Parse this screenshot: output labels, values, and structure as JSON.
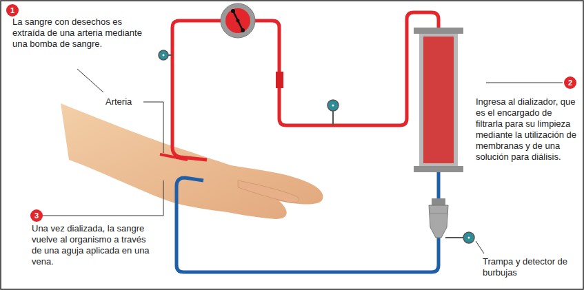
{
  "diagram": {
    "nodes": [
      {
        "text": [
          "1"
        ]
      },
      {
        "text": [
          "2"
        ]
      },
      {
        "text": [
          "3"
        ]
      }
    ],
    "labels": [
      "La sangre con desechos es extraída de una arteria mediante una bomba de sangre.",
      "Arteria",
      "Ingresa al dializador, que es el encargado de filtrarla para su limpieza mediante la utilización de membranas y de una solución para diálisis.",
      "Una vez dializada, la sangre vuelve al organismo a través de una aguja aplicada en una vena.",
      "Trampa y detector de burbujas"
    ]
  }
}
